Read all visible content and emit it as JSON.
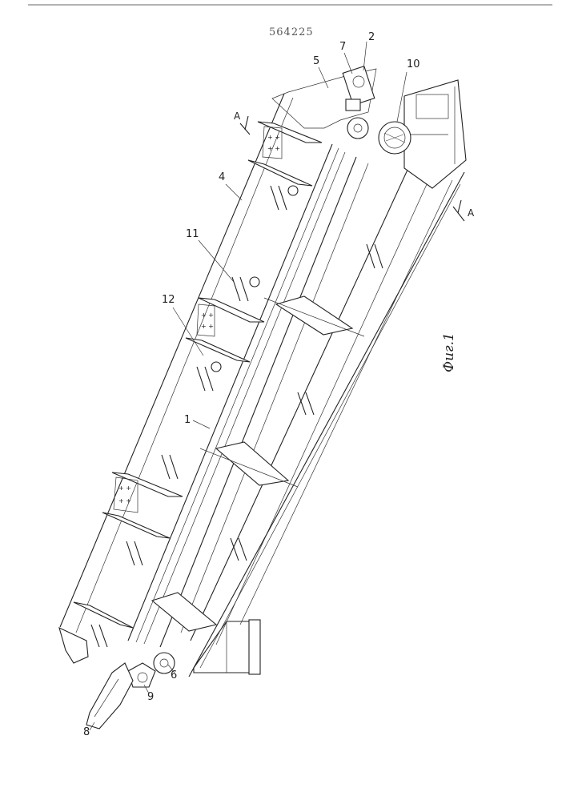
{
  "document": {
    "patent_number": "564225",
    "figure_label": "Фиг.1",
    "section_mark": "A",
    "callouts": [
      "1",
      "2",
      "4",
      "5",
      "6",
      "7",
      "8",
      "9",
      "10",
      "11",
      "12"
    ]
  }
}
